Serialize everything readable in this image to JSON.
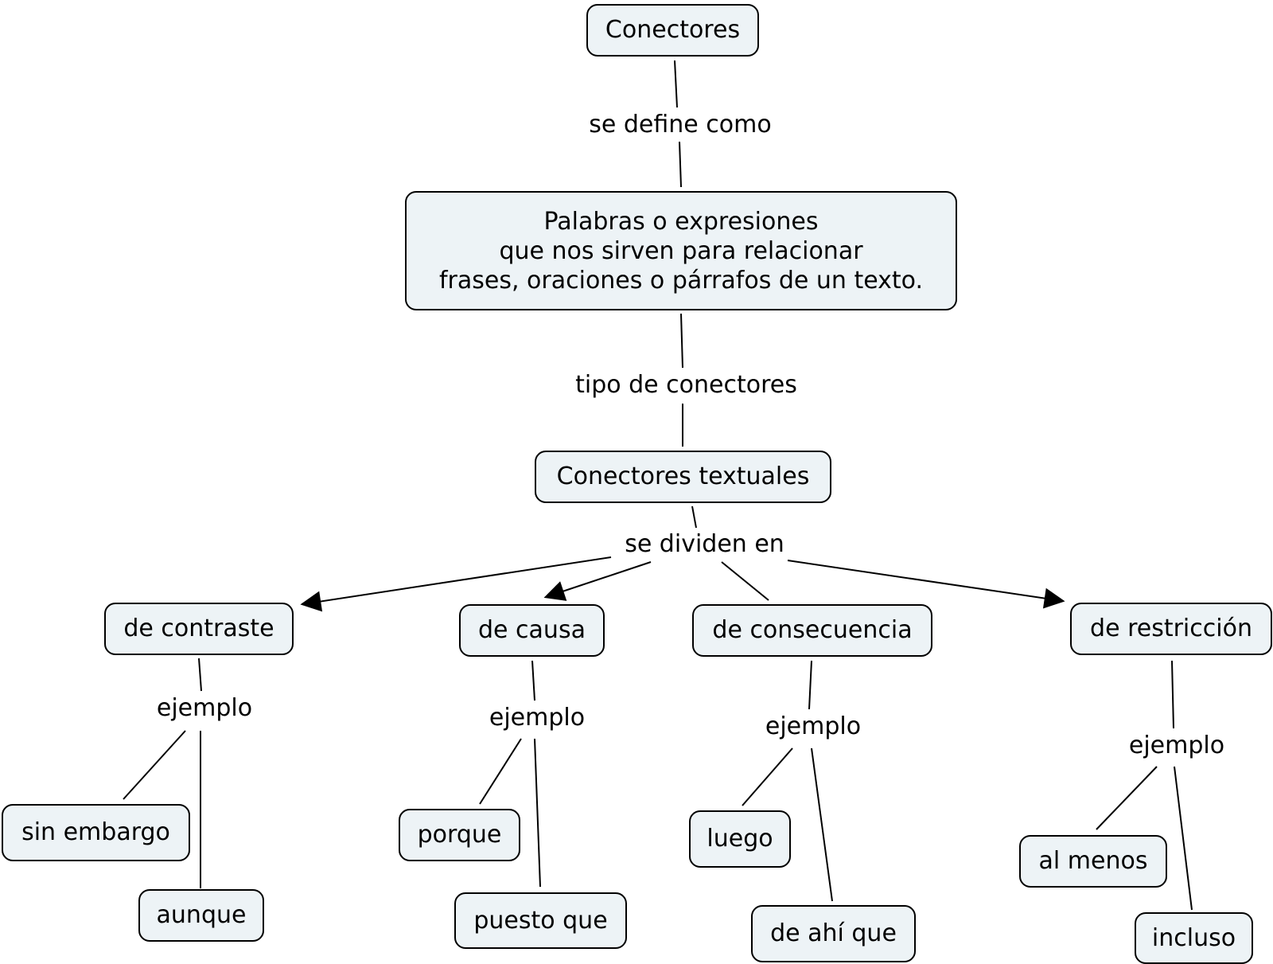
{
  "concept_map": {
    "nodes": {
      "root": "Conectores",
      "definition": {
        "line1": "Palabras o expresiones",
        "line2": "que nos sirven para relacionar",
        "line3": "frases, oraciones o párrafos de un texto."
      },
      "textual": "Conectores textuales",
      "contrast": "de contraste",
      "cause": "de causa",
      "consequence": "de consecuencia",
      "restriction": "de restricción",
      "sin_embargo": "sin embargo",
      "aunque": "aunque",
      "porque": "porque",
      "puesto_que": "puesto que",
      "luego": "luego",
      "de_ahi_que": "de ahí que",
      "al_menos": "al menos",
      "incluso": "incluso"
    },
    "links": {
      "defines": "se define como",
      "types": "tipo de conectores",
      "divides": "se dividen en",
      "example_contrast": "ejemplo",
      "example_cause": "ejemplo",
      "example_consequence": "ejemplo",
      "example_restriction": "ejemplo"
    },
    "colors": {
      "node_fill": "#edf3f6",
      "stroke": "#000000"
    }
  }
}
